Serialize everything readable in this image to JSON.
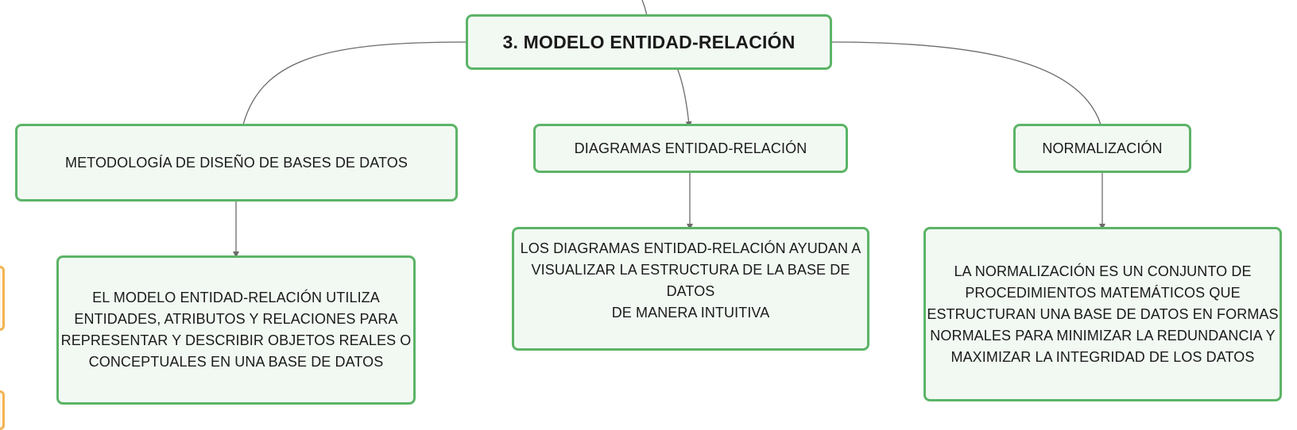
{
  "map": {
    "root": "3. MODELO ENTIDAD-RELACIÓN",
    "branches": [
      {
        "label": "METODOLOGÍA DE DISEÑO DE BASES DE DATOS",
        "detail": [
          "EL MODELO ENTIDAD-RELACIÓN UTILIZA",
          "ENTIDADES, ATRIBUTOS Y RELACIONES PARA",
          "REPRESENTAR Y DESCRIBIR OBJETOS REALES O",
          "CONCEPTUALES EN UNA BASE DE DATOS"
        ]
      },
      {
        "label": "DIAGRAMAS ENTIDAD-RELACIÓN",
        "detail": [
          "LOS DIAGRAMAS ENTIDAD-RELACIÓN AYUDAN A",
          "VISUALIZAR LA ESTRUCTURA DE LA BASE DE DATOS",
          "DE MANERA INTUITIVA"
        ]
      },
      {
        "label": "NORMALIZACIÓN",
        "detail": [
          "LA NORMALIZACIÓN ES UN CONJUNTO DE",
          "PROCEDIMIENTOS MATEMÁTICOS QUE",
          "ESTRUCTURAN UNA BASE DE DATOS EN FORMAS",
          "NORMALES PARA MINIMIZAR LA REDUNDANCIA Y",
          "MAXIMIZAR LA INTEGRIDAD DE LOS DATOS"
        ]
      }
    ]
  },
  "colors": {
    "node_border": "#5cb467",
    "node_fill": "#f2f9f3",
    "connector": "#6b6b6b",
    "adjacent_node_border": "#f3b352"
  }
}
